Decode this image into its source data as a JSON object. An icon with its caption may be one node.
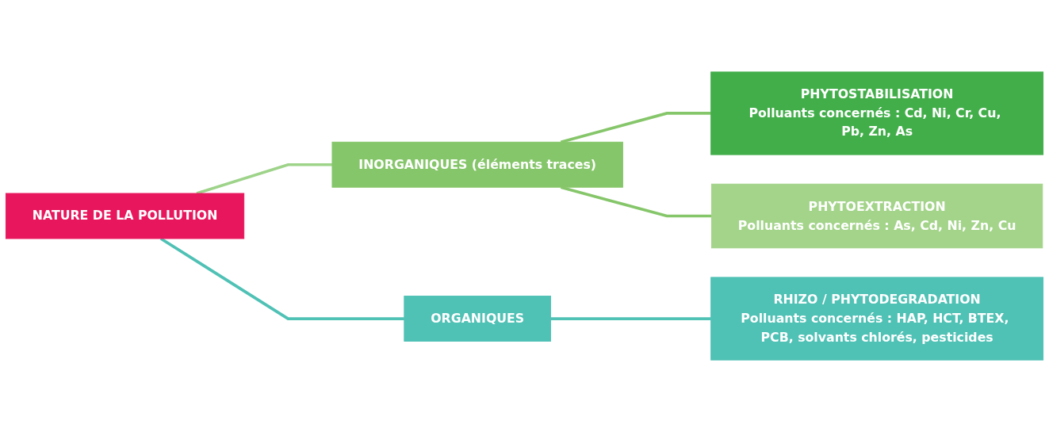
{
  "diagram": {
    "nodes": [
      {
        "text": [
          "NATURE DE LA POLLUTION"
        ]
      },
      {
        "text": [
          "INORGANIQUES (éléments traces)"
        ]
      },
      {
        "text": [
          "ORGANIQUES"
        ]
      },
      {
        "text": [
          "PHYTOSTABILISATION",
          "Polluants concernés : Cd, Ni, Cr, Cu, Pb, Zn, As"
        ]
      },
      {
        "text": [
          "PHYTOEXTRACTION",
          "Polluants concernés : As, Cd, Ni, Zn, Cu"
        ]
      },
      {
        "text": [
          "RHIZO / PHYTODEGRADATION",
          "Polluants concernés : HAP, HCT, BTEX, PCB, solvants chlorés, pesticides"
        ]
      }
    ],
    "edges": [
      {
        "from": 0,
        "to": 1,
        "arrow": "none",
        "color": "#9ed38a"
      },
      {
        "from": 0,
        "to": 2,
        "arrow": "none",
        "color": "#4fc1b5"
      },
      {
        "from": 1,
        "to": 3,
        "arrow": "none",
        "color": "#86c66a"
      },
      {
        "from": 1,
        "to": 4,
        "arrow": "none",
        "color": "#86c66a"
      },
      {
        "from": 2,
        "to": 5,
        "arrow": "none",
        "color": "#4fc1b5"
      }
    ]
  }
}
